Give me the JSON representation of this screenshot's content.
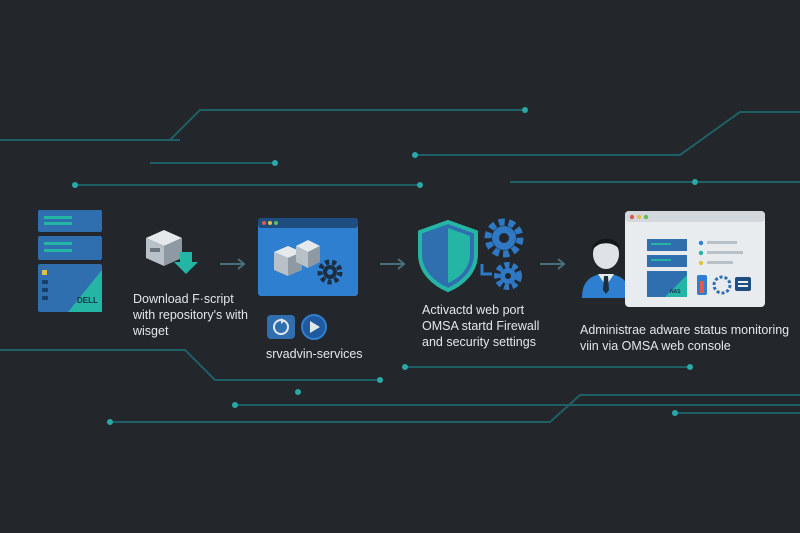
{
  "colors": {
    "background": "#23272b",
    "circuit_line": "#1f5f66",
    "circuit_dot": "#2aa8a8",
    "server_blue": "#2f6fb0",
    "accent_teal": "#25b5a5",
    "window_blue": "#2f7fd0",
    "gear_blue": "#2e78c4",
    "arrow": "#4a6f7a",
    "text": "#e4e7ea"
  },
  "server": {
    "brand": "DELL"
  },
  "steps": [
    {
      "label": "Download F·script\nwith repository's with\nwisget"
    },
    {
      "label": "srvadvin-services"
    },
    {
      "label": "Activactd web port\nOMSA startd Firewall\nand security settings"
    },
    {
      "label": "Administrae adware status monitoring\nviin via OMSA web console",
      "badge": "NAS"
    }
  ]
}
